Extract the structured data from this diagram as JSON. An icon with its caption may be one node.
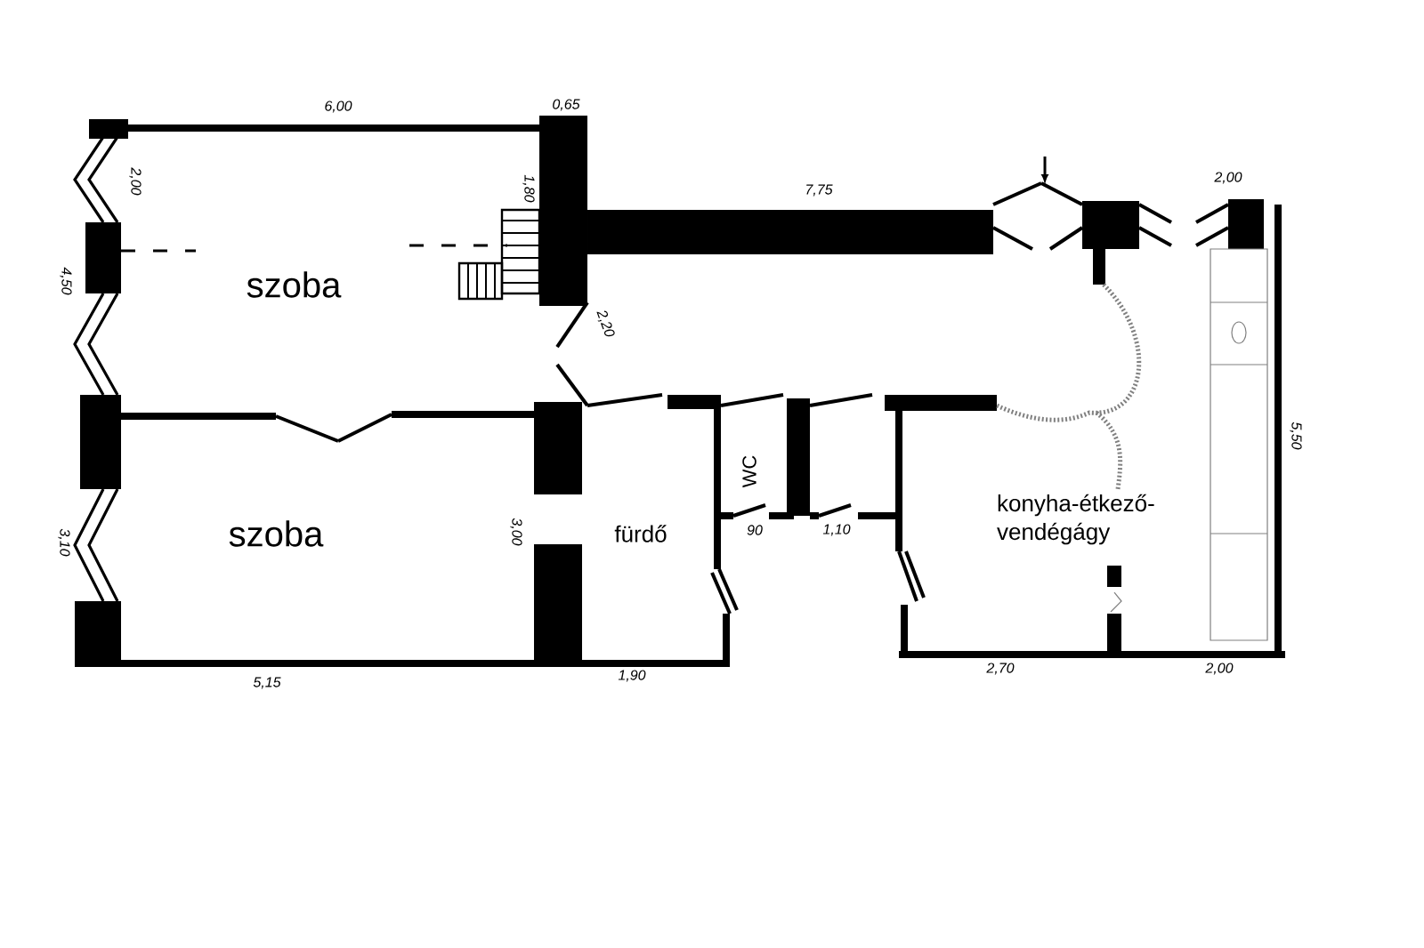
{
  "diagram": {
    "nodes": [
      {
        "text": [
          "szoba"
        ]
      },
      {
        "text": [
          "szoba"
        ]
      },
      {
        "text": [
          "fürdő"
        ]
      },
      {
        "text": [
          "WC"
        ]
      },
      {
        "text": [
          "konyha-étkező-vendégágy"
        ]
      }
    ],
    "labels": [
      "6,00",
      "0,65",
      "2,00",
      "7,75",
      "2,00",
      "1,80",
      "4,50",
      "2,20",
      "5,50",
      "3,10",
      "3,00",
      "90",
      "1,10",
      "5,15",
      "1,90",
      "2,70",
      "2,00"
    ]
  }
}
